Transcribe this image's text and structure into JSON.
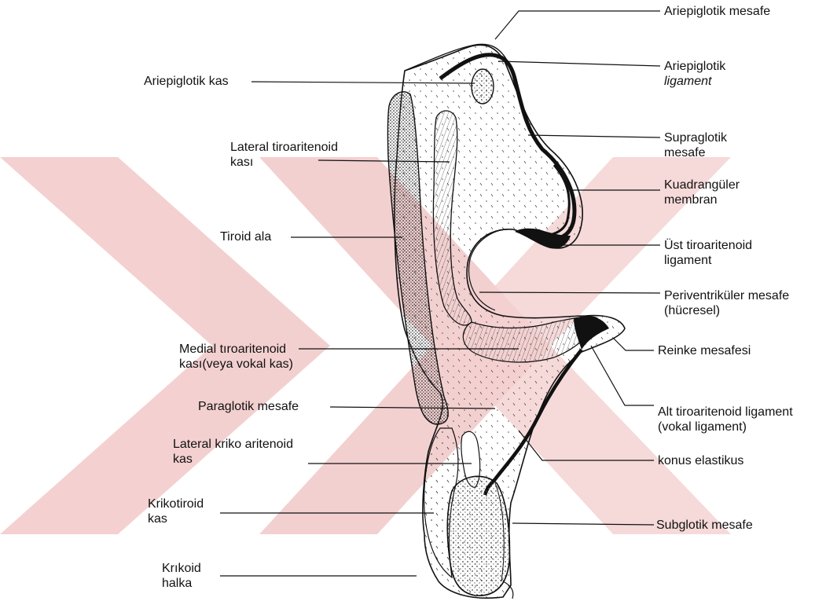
{
  "labels": {
    "ariepiglotik_mesafe": "Ariepiglotik mesafe",
    "ariepiglotik_ligament_1": "Ariepiglotik",
    "ariepiglotik_ligament_2": "ligament",
    "supraglotik_mesafe_1": "Supraglotik",
    "supraglotik_mesafe_2": "mesafe",
    "kuadrangular_membran_1": "Kuadrangüler",
    "kuadrangular_membran_2": "membran",
    "ust_tiroaritenoid_1": "Üst tiroaritenoid",
    "ust_tiroaritenoid_2": "ligament",
    "periventrikuler_1": "Periventriküler mesafe",
    "periventrikuler_2": "(hücresel)",
    "reinke": "Reinke mesafesi",
    "alt_tiroaritenoid_1": "Alt tiroaritenoid ligament",
    "alt_tiroaritenoid_2": "(vokal ligament)",
    "konus": "konus elastikus",
    "subglotik": "Subglotik mesafe",
    "ariepiglotik_kas": "Ariepiglotik kas",
    "lateral_tiroaritenoid_1": "Lateral tiroaritenoid",
    "lateral_tiroaritenoid_2": "kası",
    "tiroid_ala": "Tiroid ala",
    "medial_tiroaritenoid_1": "Medial tıroaritenoid",
    "medial_tiroaritenoid_2": "kası(veya vokal kas)",
    "paraglotik": "Paraglotik mesafe",
    "lateral_kriko_1": "Lateral kriko aritenoid",
    "lateral_kriko_2": "kas",
    "krikotiroid_1": "Krikotiroid",
    "krikotiroid_2": "kas",
    "krikoid_1": "Krıkoid",
    "krikoid_2": "halka"
  },
  "colors": {
    "watermark": "#f2c8c8",
    "ink": "#111111",
    "stipple": "#555555"
  }
}
